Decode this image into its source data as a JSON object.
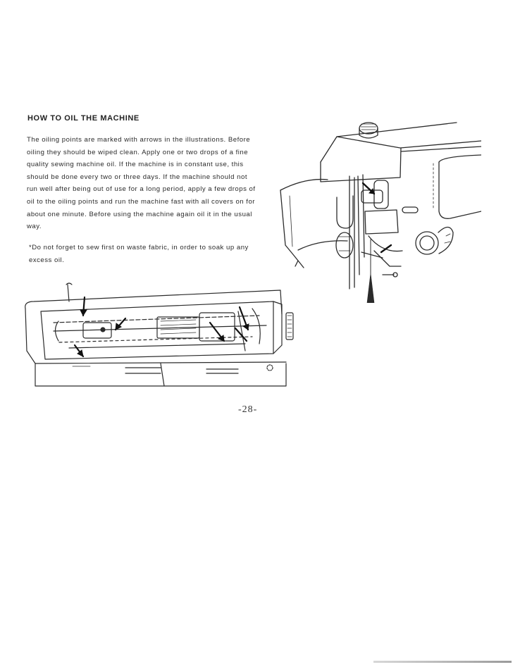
{
  "document": {
    "heading": "HOW TO OIL THE MACHINE",
    "paragraph": "The oiling points are marked with arrows in the illustrations. Before oiling they should be wiped clean. Apply one or two drops of a fine quality sewing machine oil. If the machine is in constant use, this should be done every two or three days. If the machine should not run well after being out of use for a long period, apply a few drops of oil to the oiling points and run the machine fast with all covers on for about one minute. Before using the machine again oil it in the usual way.",
    "note": "*Do not forget to sew first on waste fabric, in order to soak up any excess oil.",
    "page_number": "-28-"
  },
  "figures": {
    "needle_bar_illustration": "sewing-machine-head-illustration",
    "top_cover_illustration": "sewing-machine-top-view-illustration"
  }
}
